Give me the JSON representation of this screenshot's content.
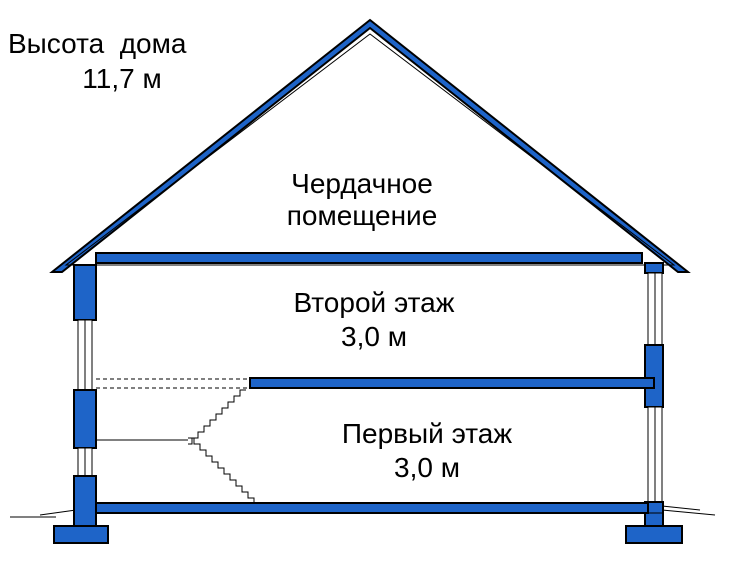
{
  "height_label": "Высота  дома",
  "height_value": "11,7 м",
  "attic": {
    "line1": "Чердачное",
    "line2": "помещение"
  },
  "second_floor": {
    "name": "Второй этаж",
    "height": "3,0 м"
  },
  "first_floor": {
    "name": "Первый этаж",
    "height": "3,0 м"
  },
  "colors": {
    "structure": "#1e64c8",
    "outline": "#000000",
    "background": "#ffffff"
  }
}
